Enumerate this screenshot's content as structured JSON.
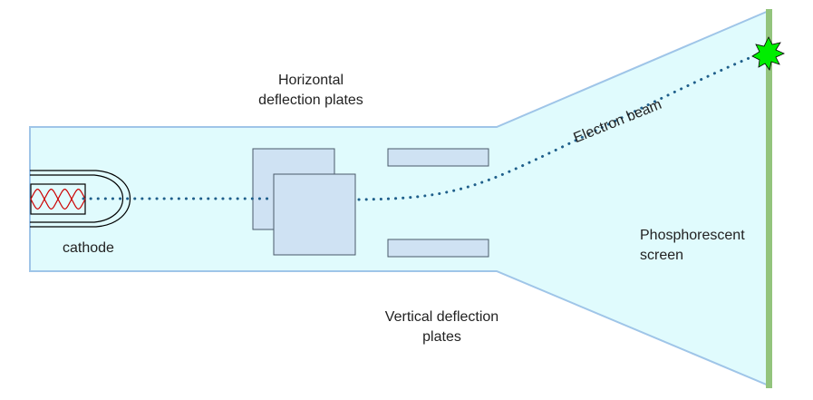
{
  "labels": {
    "horizontal_plates_line1": "Horizontal",
    "horizontal_plates_line2": "deflection plates",
    "vertical_plates_line1": "Vertical deflection",
    "vertical_plates_line2": "plates",
    "cathode": "cathode",
    "electron_beam": "Electron beam",
    "screen_line1": "Phosphorescent",
    "screen_line2": "screen"
  },
  "colors": {
    "tube_fill": "#e0fbfd",
    "tube_outline": "#9fc5e8",
    "plate_fill": "#cfe2f3",
    "plate_outline": "#4a5a6a",
    "beam": "#1f5f8b",
    "filament": "#cc0000",
    "screen": "#93c47d",
    "impact_spot": "#00ee00"
  }
}
